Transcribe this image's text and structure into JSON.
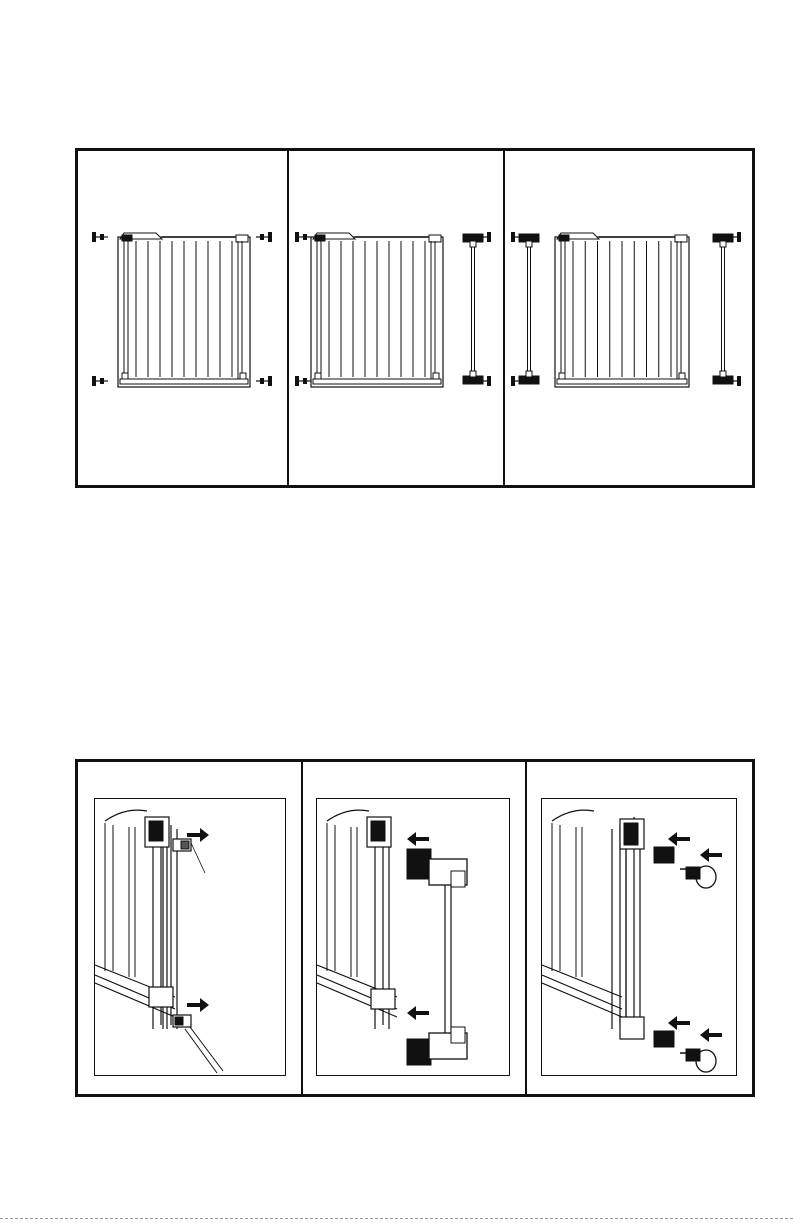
{
  "document": {
    "type": "assembly-instructions",
    "figures": [
      {
        "id": "gate-configurations",
        "panels": [
          {
            "name": "gate-only",
            "depicts": [
              "gate",
              "pressure-mount-bolts"
            ]
          },
          {
            "name": "gate-with-one-extension",
            "depicts": [
              "gate",
              "extension",
              "pressure-mount-bolts"
            ]
          },
          {
            "name": "gate-with-two-extensions",
            "depicts": [
              "gate",
              "extension",
              "extension",
              "pressure-mount-bolts"
            ]
          }
        ]
      },
      {
        "id": "extension-installation-steps",
        "panels": [
          {
            "name": "step-remove-end-caps",
            "depicts": [
              "gate-post",
              "end-cap",
              "arrow-out",
              "screwdriver"
            ]
          },
          {
            "name": "step-attach-extension",
            "depicts": [
              "gate-post",
              "extension",
              "arrow-in"
            ]
          },
          {
            "name": "step-insert-bolts",
            "depicts": [
              "extension-post",
              "end-cap",
              "pressure-bolt",
              "arrow-in"
            ]
          }
        ]
      }
    ]
  },
  "colors": {
    "ink": "#111111",
    "paper": "#ffffff",
    "shade": "#555555"
  }
}
